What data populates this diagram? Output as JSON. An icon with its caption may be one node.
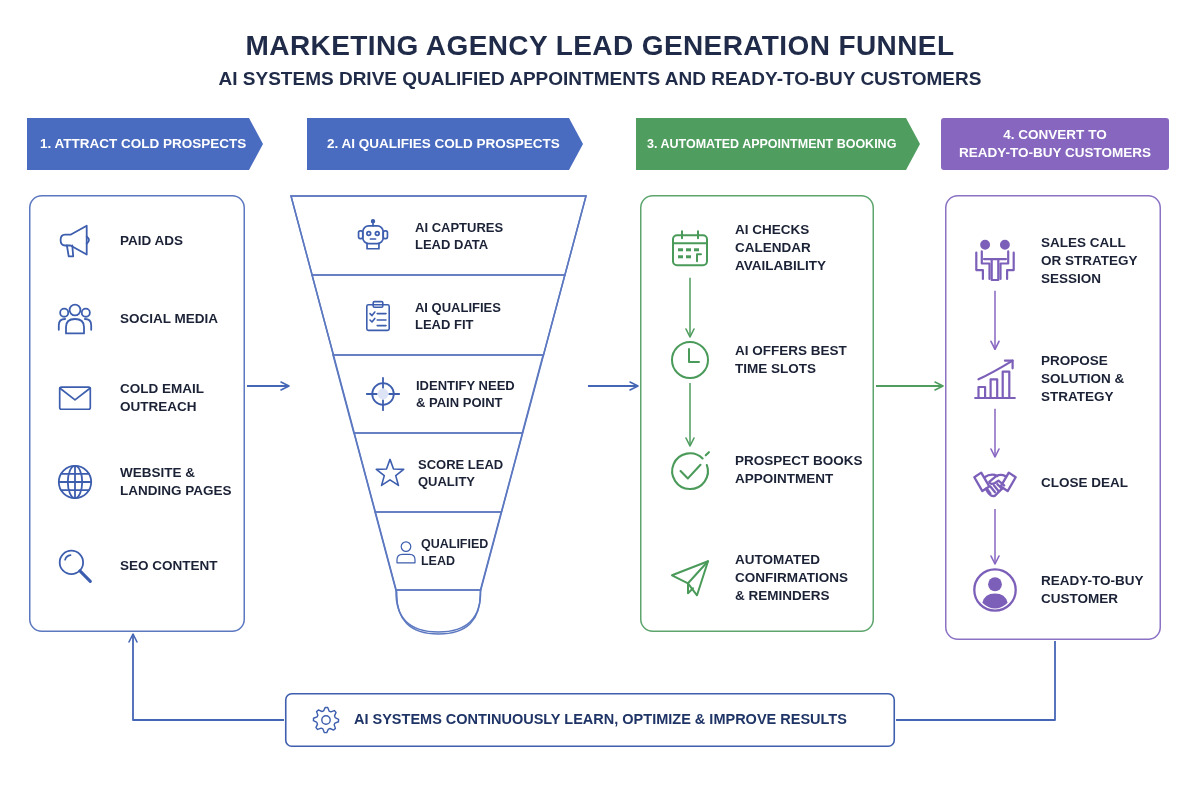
{
  "diagram": {
    "title": "MARKETING AGENCY LEAD GENERATION FUNNEL",
    "nodes": [
      {
        "text": [
          "1. ATTRACT COLD PROSPECTS"
        ]
      },
      {
        "text": [],
        "shape": "box"
      },
      {
        "text": [
          "PAID ADS"
        ],
        "in": 1
      },
      {
        "text": [
          "SOCIAL MEDIA"
        ],
        "in": 1
      },
      {
        "text": [
          "COLD EMAIL OUTREACH"
        ],
        "in": 1
      },
      {
        "text": [
          "WEBSITE & LANDING PAGES"
        ],
        "in": 1
      },
      {
        "text": [
          "SEO CONTENT"
        ],
        "in": 1
      },
      {
        "text": [
          "2. AI QUALIFIES COLD PROSPECTS"
        ]
      },
      {
        "text": [],
        "shape": "funnel"
      },
      {
        "text": [
          "AI CAPTURES LEAD DATA"
        ],
        "in": 8
      },
      {
        "text": [
          "AI QUALIFIES LEAD FIT"
        ],
        "in": 8
      },
      {
        "text": [
          "IDENTIFY NEED & PAIN POINT"
        ],
        "in": 8
      },
      {
        "text": [
          "SCORE LEAD QUALITY"
        ],
        "in": 8
      },
      {
        "text": [
          "QUALIFIED LEAD"
        ],
        "in": 8
      },
      {
        "text": [],
        "shape": "band",
        "in": 8
      },
      {
        "text": [
          "3. AUTOMATED APPOINTMENT BOOKING"
        ]
      },
      {
        "text": [],
        "shape": "box"
      },
      {
        "text": [
          "AI CHECKS CALENDAR AVAILABILITY"
        ],
        "in": 16
      },
      {
        "text": [
          "AI OFFERS BEST TIME SLOTS"
        ],
        "in": 16
      },
      {
        "text": [
          "PROSPECT BOOKS APPOINTMENT"
        ],
        "in": 16
      },
      {
        "text": [
          "AUTOMATED CONFIRMATIONS & REMINDERS"
        ],
        "in": 16
      },
      {
        "text": [
          "4. CONVERT TO READY-TO-BUY CUSTOMERS"
        ]
      },
      {
        "text": [],
        "shape": "box"
      },
      {
        "text": [
          "SALES CALL OR STRATEGY SESSION"
        ],
        "in": 22
      },
      {
        "text": [
          "PROPOSE SOLUTION & STRATEGY"
        ],
        "in": 22
      },
      {
        "text": [
          "CLOSE DEAL"
        ],
        "in": 22
      },
      {
        "text": [
          "READY-TO-BUY CUSTOMER"
        ],
        "in": 22
      },
      {
        "text": [
          "AI SYSTEMS CONTINUOUSLY LEARN, OPTIMIZE & IMPROVE RESULTS"
        ]
      }
    ],
    "edges": [
      {
        "from": 1,
        "to": 8,
        "arrow": "to"
      },
      {
        "from": 8,
        "to": 16,
        "arrow": "to"
      },
      {
        "from": 16,
        "to": 22,
        "arrow": "to",
        "color": "#4f9d5f"
      },
      {
        "from": 17,
        "to": 18,
        "arrow": "to",
        "color": "#4f9d5f"
      },
      {
        "from": 18,
        "to": 19,
        "arrow": "to",
        "color": "#4f9d5f"
      },
      {
        "from": 23,
        "to": 24,
        "arrow": "to",
        "color": "#8766c0"
      },
      {
        "from": 24,
        "to": 25,
        "arrow": "to",
        "color": "#8766c0"
      },
      {
        "from": 25,
        "to": 26,
        "arrow": "to",
        "color": "#8766c0"
      },
      {
        "from": 22,
        "to": 27,
        "arrow": "none"
      },
      {
        "from": 27,
        "to": 1,
        "arrow": "to"
      }
    ],
    "labels": [
      "AI SYSTEMS DRIVE QUALIFIED APPOINTMENTS AND READY-TO-BUY CUSTOMERS"
    ]
  }
}
